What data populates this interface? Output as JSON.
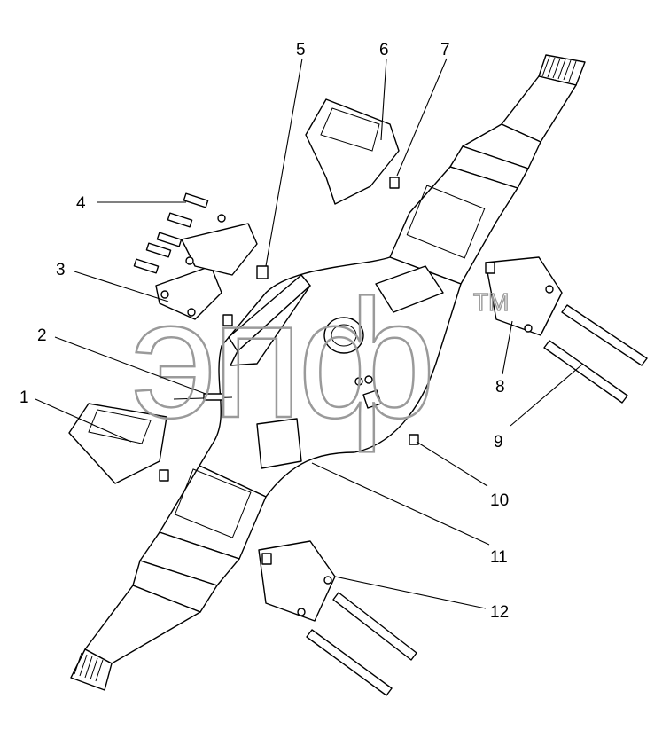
{
  "watermark": {
    "text": "эпф",
    "trademark": "TM"
  },
  "callouts": [
    {
      "id": "1",
      "label": "1"
    },
    {
      "id": "2",
      "label": "2"
    },
    {
      "id": "3",
      "label": "3"
    },
    {
      "id": "4",
      "label": "4"
    },
    {
      "id": "5",
      "label": "5"
    },
    {
      "id": "6",
      "label": "6"
    },
    {
      "id": "7",
      "label": "7"
    },
    {
      "id": "8",
      "label": "8"
    },
    {
      "id": "9",
      "label": "9"
    },
    {
      "id": "10",
      "label": "10"
    },
    {
      "id": "11",
      "label": "11"
    },
    {
      "id": "12",
      "label": "12"
    }
  ],
  "colors": {
    "line": "#000000",
    "watermark": "#9a9a9a",
    "background": "#ffffff"
  }
}
